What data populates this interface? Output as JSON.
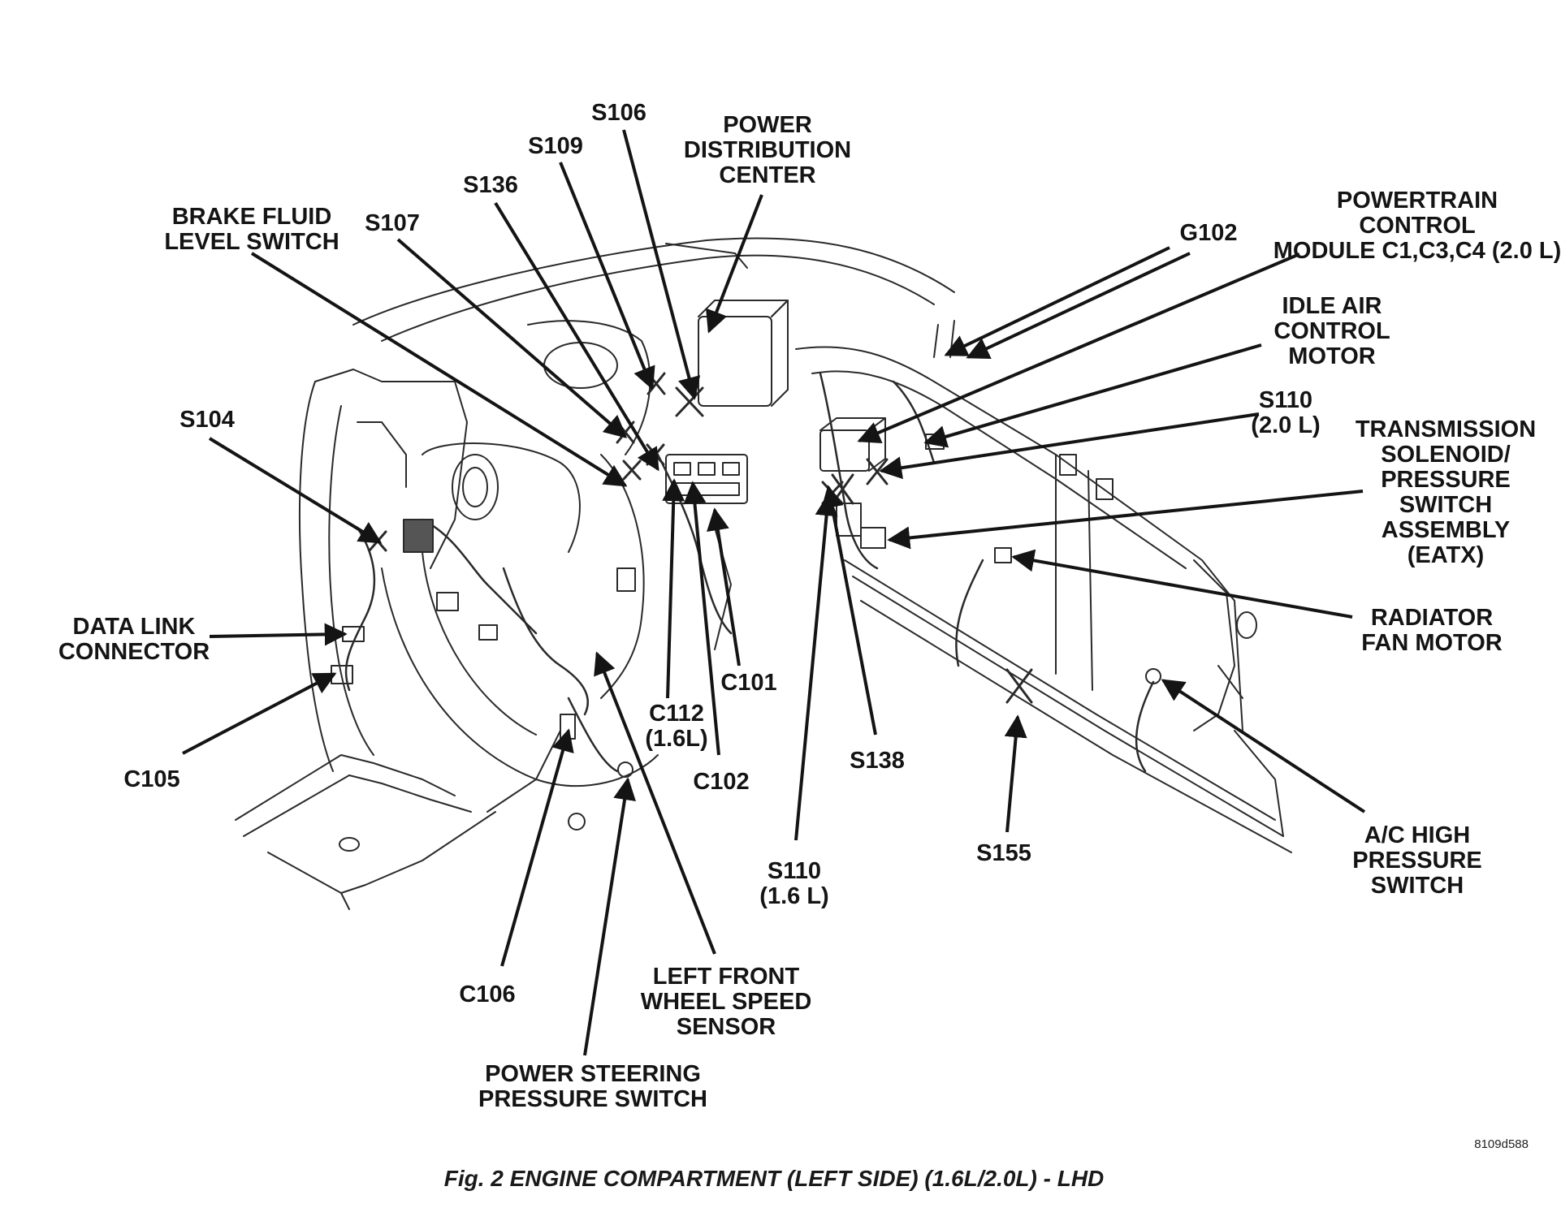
{
  "diagram": {
    "caption": "Fig. 2 ENGINE COMPARTMENT (LEFT SIDE) (1.6L/2.0L) - LHD",
    "figure_id": "8109d588"
  },
  "labels": {
    "s106": "S106",
    "power_distribution_center": "POWER\nDISTRIBUTION\nCENTER",
    "s109": "S109",
    "s136": "S136",
    "s107": "S107",
    "brake_fluid_level_switch": "BRAKE FLUID\nLEVEL SWITCH",
    "powertrain_control_module": "POWERTRAIN\nCONTROL\nMODULE C1,C3,C4 (2.0 L)",
    "g102": "G102",
    "idle_air_control_motor": "IDLE AIR\nCONTROL\nMOTOR",
    "s110_20": "S110\n(2.0 L)",
    "transmission_solenoid": "TRANSMISSION\nSOLENOID/\nPRESSURE\nSWITCH\nASSEMBLY\n(EATX)",
    "radiator_fan_motor": "RADIATOR\nFAN MOTOR",
    "ac_high_pressure_switch": "A/C HIGH\nPRESSURE\nSWITCH",
    "s155": "S155",
    "s110_16": "S110\n(1.6 L)",
    "s138": "S138",
    "c101": "C101",
    "c102": "C102",
    "c112": "C112\n(1.6L)",
    "left_front_wheel_speed_sensor": "LEFT FRONT\nWHEEL SPEED\nSENSOR",
    "power_steering_pressure_switch": "POWER STEERING\nPRESSURE SWITCH",
    "c106": "C106",
    "c105": "C105",
    "data_link_connector": "DATA LINK\nCONNECTOR",
    "s104": "S104"
  },
  "colors": {
    "ink": "#141414",
    "background": "#ffffff"
  }
}
